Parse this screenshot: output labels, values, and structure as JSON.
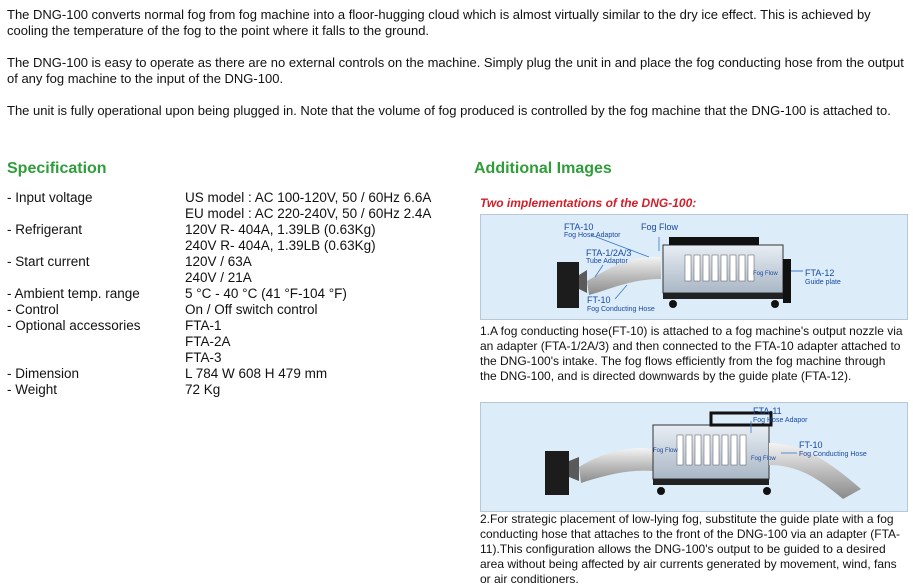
{
  "intro": {
    "p1": "The DNG-100 converts normal fog from fog machine into a floor-hugging cloud which is almost virtually similar to the dry ice effect. This is achieved by cooling the temperature of the fog to the point where it falls to the ground.",
    "p2": "The DNG-100 is easy to operate as there are no external controls on the machine. Simply plug the unit in and place the fog conducting hose from the output of any fog machine to the input of the DNG-100.",
    "p3": "The unit is fully operational upon being plugged in. Note that the volume of fog produced is controlled by the fog machine that the DNG-100 is attached to."
  },
  "spec": {
    "heading": "Specification",
    "rows": [
      {
        "label": "- Input voltage",
        "v1": "US model : AC 100-120V, 50 / 60Hz 6.6A",
        "v2": "EU model : AC 220-240V, 50 / 60Hz 2.4A"
      },
      {
        "label": "- Refrigerant",
        "v1": "120V R- 404A, 1.39LB (0.63Kg)",
        "v2": "240V R- 404A, 1.39LB (0.63Kg)"
      },
      {
        "label": "- Start current",
        "v1": "120V / 63A",
        "v2": "240V / 21A"
      },
      {
        "label": "- Ambient temp. range",
        "v1": "5 °C - 40 °C (41 °F-104 °F)"
      },
      {
        "label": "- Control",
        "v1": "On / Off switch control"
      },
      {
        "label": "- Optional accessories",
        "v1": "FTA-1",
        "v2": "FTA-2A",
        "v3": "FTA-3"
      },
      {
        "label": "- Dimension",
        "v1": "L 784 W 608 H 479 mm"
      },
      {
        "label": "- Weight",
        "v1": "72 Kg"
      }
    ]
  },
  "images": {
    "heading": "Additional Images",
    "title": "Two implementations of the DNG-100:",
    "d1": {
      "fta10": "FTA-10",
      "fta10_sub": "Fog Hose Adaptor",
      "fogflow": "Fog Flow",
      "fta12a": "FTA-1/2A/3",
      "fta12a_sub": "Tube Adaptor",
      "ft10": "FT-10",
      "ft10_sub": "Fog Conducting Hose",
      "fta12": "FTA-12",
      "fta12_sub": "Guide plate",
      "inner": "Fog Flow"
    },
    "desc1": "1.A fog conducting hose(FT-10) is attached to a fog machine's output nozzle via an adapter (FTA-1/2A/3) and then connected to the FTA-10 adapter attached to the DNG-100's intake. The fog flows efficiently from the fog machine through the DNG-100, and is directed downwards by the guide plate (FTA-12).",
    "d2": {
      "fta11": "FTA-11",
      "fta11_sub": "Fog Hose Adapor",
      "ft10": "FT-10",
      "ft10_sub": "Fog Conducting Hose",
      "inner1": "Fog Flow",
      "inner2": "Fog Flow"
    },
    "desc2": "2.For strategic placement of low-lying fog, substitute the guide plate with a fog conducting hose that attaches to the front of the DNG-100 via an adapter (FTA-11).This configuration allows the DNG-100's output to be guided to a desired area without being affected by air currents generated by movement, wind, fans or air conditioners."
  },
  "colors": {
    "heading": "#2f9e3a",
    "caption": "#d0202a",
    "label": "#1a4aa0"
  }
}
